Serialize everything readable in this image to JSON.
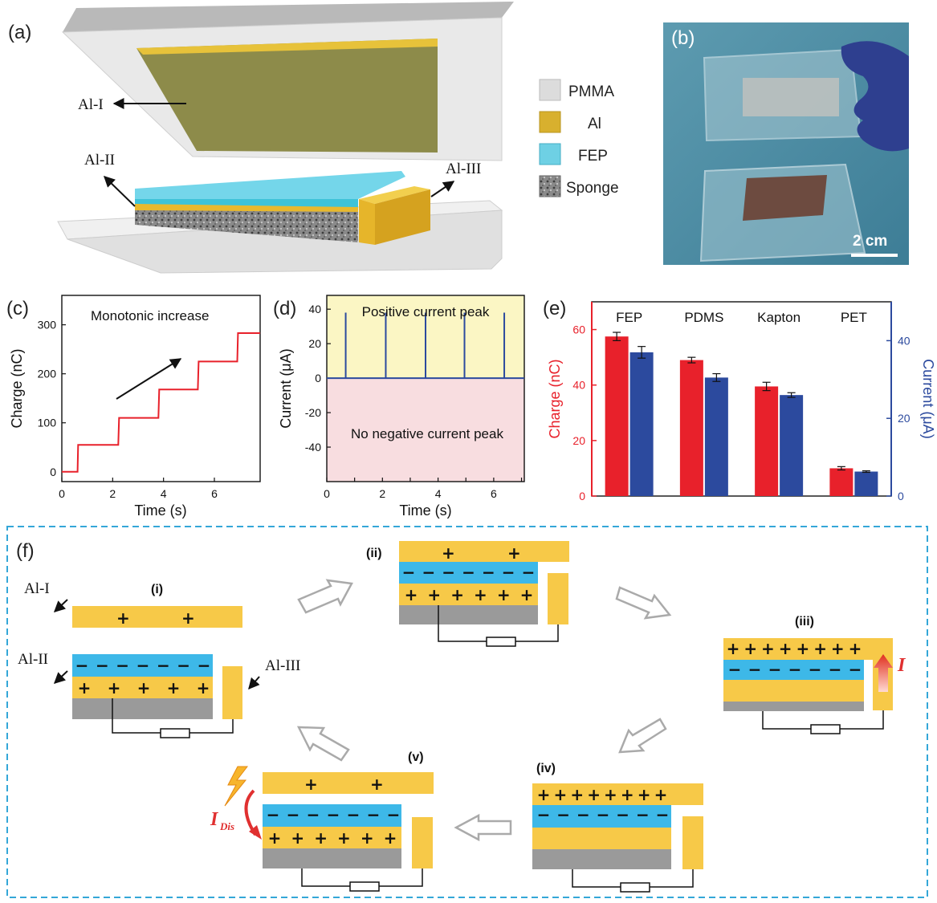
{
  "panels": {
    "a": "(a)",
    "b": "(b)",
    "c": "(c)",
    "d": "(d)",
    "e": "(e)",
    "f": "(f)"
  },
  "labels_a": {
    "al1": "Al-I",
    "al2": "Al-II",
    "al3": "Al-III"
  },
  "legend": [
    "PMMA",
    "Al",
    "FEP",
    "Sponge"
  ],
  "colors": {
    "pmma": "#dcdcdc",
    "al": "#f7c948",
    "fep": "#3db8e8",
    "sponge": "#9a9a9a",
    "red": "#e8212b",
    "blue": "#2c4a9e",
    "dash": "#34a7d8"
  },
  "scalebar": "2 cm",
  "panel_c": {
    "annotation": "Monotonic increase"
  },
  "panel_d": {
    "pos": "Positive current peak",
    "neg": "No negative current peak"
  },
  "chart_data": [
    {
      "type": "line",
      "panel": "c",
      "xlabel": "Time (s)",
      "ylabel": "Charge (nC)",
      "xlim": [
        0,
        7.8
      ],
      "ylim": [
        -20,
        360
      ],
      "xticks": [
        0,
        2,
        4,
        6
      ],
      "yticks": [
        0,
        100,
        200,
        300
      ],
      "x": [
        0,
        0.62,
        0.64,
        2.22,
        2.25,
        3.8,
        3.83,
        5.35,
        5.38,
        6.9,
        6.93,
        7.8
      ],
      "y": [
        0,
        0,
        55,
        55,
        110,
        110,
        168,
        168,
        225,
        225,
        283,
        283
      ],
      "color": "#e8212b"
    },
    {
      "type": "line",
      "panel": "d",
      "xlabel": "Time (s)",
      "ylabel": "Current (μA)",
      "xlim": [
        0,
        7.1
      ],
      "ylim": [
        -60,
        48
      ],
      "xticks": [
        0,
        1,
        2,
        3,
        4,
        5,
        6,
        7
      ],
      "xticklabels": [
        "0",
        "",
        "2",
        "",
        "4",
        "",
        "6",
        ""
      ],
      "yticks": [
        -40,
        -20,
        0,
        20,
        40
      ],
      "peaks_x": [
        0.68,
        2.12,
        3.55,
        4.95,
        6.38
      ],
      "peak_value": 38,
      "color": "#2c4a9e"
    },
    {
      "type": "bar",
      "panel": "e",
      "categories": [
        "FEP",
        "PDMS",
        "Kapton",
        "PET"
      ],
      "ylabel_left": "Charge (nC)",
      "ylabel_right": "Current (μA)",
      "ylim_left": [
        0,
        70
      ],
      "ylim_right": [
        0,
        50
      ],
      "yticks_left": [
        0,
        20,
        40,
        60
      ],
      "yticks_right": [
        0,
        20,
        40
      ],
      "series": [
        {
          "name": "Charge",
          "axis": "left",
          "values": [
            57.5,
            49,
            39.5,
            10
          ],
          "errors": [
            1.5,
            1.0,
            1.5,
            0.6
          ],
          "color": "#e8212b"
        },
        {
          "name": "Current",
          "axis": "right",
          "values": [
            37,
            30.5,
            26,
            6.3
          ],
          "errors": [
            1.5,
            1.0,
            0.6,
            0.2
          ],
          "color": "#2c4a9e"
        }
      ]
    }
  ],
  "panel_f": {
    "steps": [
      "(i)",
      "(ii)",
      "(iii)",
      "(iv)",
      "(v)"
    ],
    "labels": {
      "al1": "Al-I",
      "al2": "Al-II",
      "al3": "Al-III"
    },
    "current": "I",
    "discharge": "I",
    "discharge_sub": "Dis",
    "plus": "+",
    "minus": "−"
  }
}
